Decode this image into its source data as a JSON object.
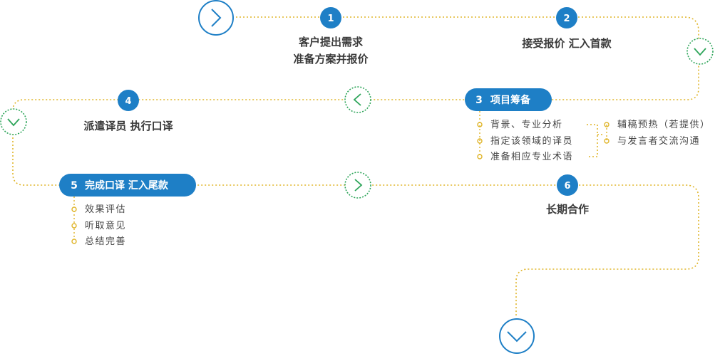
{
  "steps": {
    "s1": {
      "num": "1",
      "line1": "客户提出需求",
      "line2": "准备方案并报价"
    },
    "s2": {
      "num": "2",
      "line1": "接受报价 汇入首款"
    },
    "s3": {
      "num": "3",
      "label": "项目筹备",
      "subs": [
        "背景、专业分析",
        "指定该领域的译员",
        "准备相应专业术语"
      ],
      "subs2": [
        "辅稿预热（若提供）",
        "与发言者交流沟通"
      ]
    },
    "s4": {
      "num": "4",
      "line1": "派遣译员 执行口译"
    },
    "s5": {
      "num": "5",
      "label": "完成口译 汇入尾款",
      "subs": [
        "效果评估",
        "听取意见",
        "总结完善"
      ]
    },
    "s6": {
      "num": "6",
      "line1": "长期合作"
    }
  },
  "colors": {
    "blue": "#1e7fc6",
    "green": "#2ea55a",
    "dots": "#e0b52a",
    "text": "#3a3a3a"
  },
  "icons": [
    "chevron-right-icon",
    "chevron-down-icon",
    "chevron-left-icon"
  ]
}
